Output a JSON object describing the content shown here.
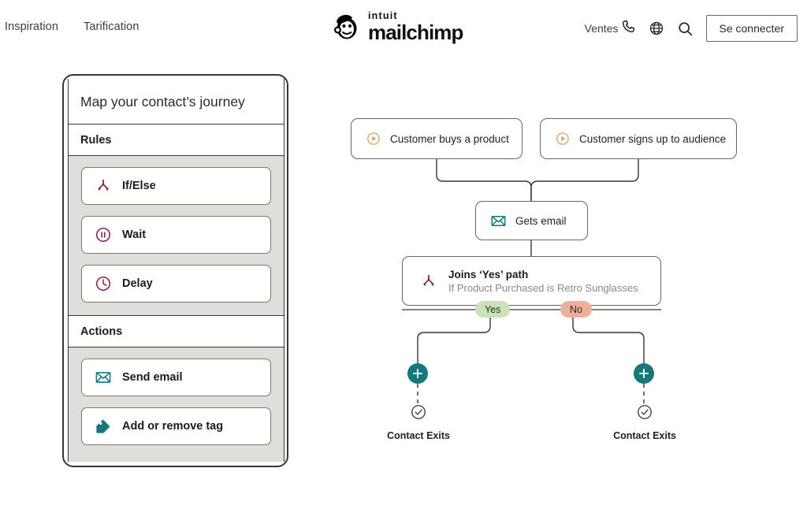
{
  "header": {
    "nav_left": [
      {
        "label": "Inspiration",
        "name": "nav-link-inspiration"
      },
      {
        "label": "Tarification",
        "name": "nav-link-tarification"
      }
    ],
    "brand": {
      "intuit": "intuit",
      "name": "mailchimp",
      "logo_icon": "mailchimp-freddie-icon"
    },
    "nav_right": {
      "sales_label": "Ventes",
      "phone_icon": "phone-icon",
      "globe_icon": "globe-language-icon",
      "search_icon": "search-icon",
      "login_label": "Se connecter"
    }
  },
  "panel": {
    "title": "Map your contact’s journey",
    "sections": [
      {
        "heading": "Rules",
        "name": "section-rules",
        "blocks": [
          {
            "label": "If/Else",
            "icon": "branch-fork-icon",
            "name": "block-if-else"
          },
          {
            "label": "Wait",
            "icon": "pause-circle-icon",
            "name": "block-wait"
          },
          {
            "label": "Delay",
            "icon": "clock-circle-icon",
            "name": "block-delay"
          }
        ]
      },
      {
        "heading": "Actions",
        "name": "section-actions",
        "blocks": [
          {
            "label": "Send email",
            "icon": "envelope-icon",
            "name": "block-send-email"
          },
          {
            "label": "Add or remove tag",
            "icon": "tag-icon",
            "name": "block-add-remove-tag"
          }
        ]
      }
    ]
  },
  "flow": {
    "triggers": [
      {
        "label": "Customer buys a product",
        "icon": "play-circle-icon",
        "name": "node-customer-buys-a-product"
      },
      {
        "label": "Customer signs up to audience",
        "icon": "play-circle-icon",
        "name": "node-customer-signs-up"
      }
    ],
    "email_node": {
      "label": "Gets email",
      "icon": "envelope-icon"
    },
    "condition_node": {
      "title": "Joins ‘Yes’ path",
      "subtitle": "If Product Purchased is Retro Sunglasses",
      "icon": "branch-fork-icon"
    },
    "branch_labels": {
      "yes": "Yes",
      "no": "No"
    },
    "add_step_icon": "plus-circle-icon",
    "exits": [
      {
        "label": "Contact Exits",
        "icon": "check-circle-icon",
        "name": "exit-yes-path"
      },
      {
        "label": "Contact Exits",
        "icon": "check-circle-icon",
        "name": "exit-no-path"
      }
    ]
  },
  "colors": {
    "teal": "#14797a",
    "burgundy": "#8c2347",
    "trigger_orange": "#d4a05c",
    "yes_green": "#c9e2b8",
    "no_salmon": "#efae98",
    "panel_gray": "#e0dedb",
    "line": "#3a3531"
  }
}
